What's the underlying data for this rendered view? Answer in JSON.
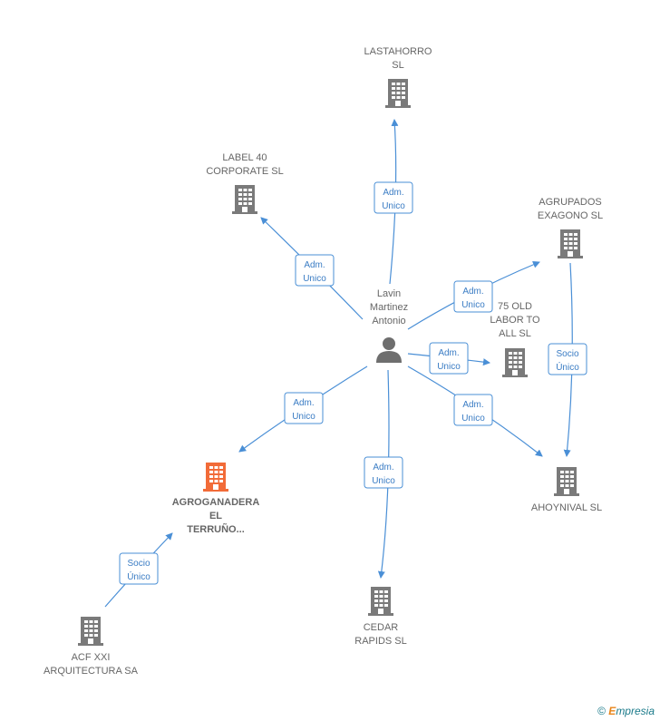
{
  "person": {
    "name_lines": [
      "Lavin",
      "Martinez",
      "Antonio"
    ]
  },
  "companies": [
    {
      "id": "lastahorro",
      "lines": [
        "LASTAHORRO",
        "SL"
      ],
      "highlight": false
    },
    {
      "id": "label40",
      "lines": [
        "LABEL 40",
        "CORPORATE  SL"
      ],
      "highlight": false
    },
    {
      "id": "agrupados",
      "lines": [
        "AGRUPADOS",
        "EXAGONO SL"
      ],
      "highlight": false
    },
    {
      "id": "labor",
      "lines": [
        "75 OLD",
        "LABOR TO",
        "ALL SL"
      ],
      "highlight": false
    },
    {
      "id": "ahoynival",
      "lines": [
        "AHOYNIVAL SL"
      ],
      "highlight": false
    },
    {
      "id": "agroganadera",
      "lines": [
        "AGROGANADERA",
        "EL",
        "TERRUÑO..."
      ],
      "highlight": true
    },
    {
      "id": "cedar",
      "lines": [
        "CEDAR",
        "RAPIDS SL"
      ],
      "highlight": false
    },
    {
      "id": "acf",
      "lines": [
        "ACF XXI",
        "ARQUITECTURA SA"
      ],
      "highlight": false
    }
  ],
  "relations": [
    {
      "from": "person",
      "to": "lastahorro",
      "label_lines": [
        "Adm.",
        "Unico"
      ]
    },
    {
      "from": "person",
      "to": "label40",
      "label_lines": [
        "Adm.",
        "Unico"
      ]
    },
    {
      "from": "person",
      "to": "agrupados",
      "label_lines": [
        "Adm.",
        "Unico"
      ]
    },
    {
      "from": "person",
      "to": "labor",
      "label_lines": [
        "Adm.",
        "Unico"
      ]
    },
    {
      "from": "person",
      "to": "ahoynival",
      "label_lines": [
        "Adm.",
        "Unico"
      ]
    },
    {
      "from": "person",
      "to": "agroganadera",
      "label_lines": [
        "Adm.",
        "Unico"
      ]
    },
    {
      "from": "person",
      "to": "cedar",
      "label_lines": [
        "Adm.",
        "Unico"
      ]
    },
    {
      "from": "agrupados",
      "to": "ahoynival",
      "label_lines": [
        "Socio",
        "Único"
      ]
    },
    {
      "from": "acf",
      "to": "agroganadera",
      "label_lines": [
        "Socio",
        "Único"
      ]
    }
  ],
  "colors": {
    "edge": "#4a8fd6",
    "building": "#7a7a7a",
    "highlight": "#f26b38",
    "person": "#6e6e6e"
  },
  "watermark": {
    "copyright": "©",
    "brand_initial": "E",
    "brand_rest": "mpresia"
  }
}
